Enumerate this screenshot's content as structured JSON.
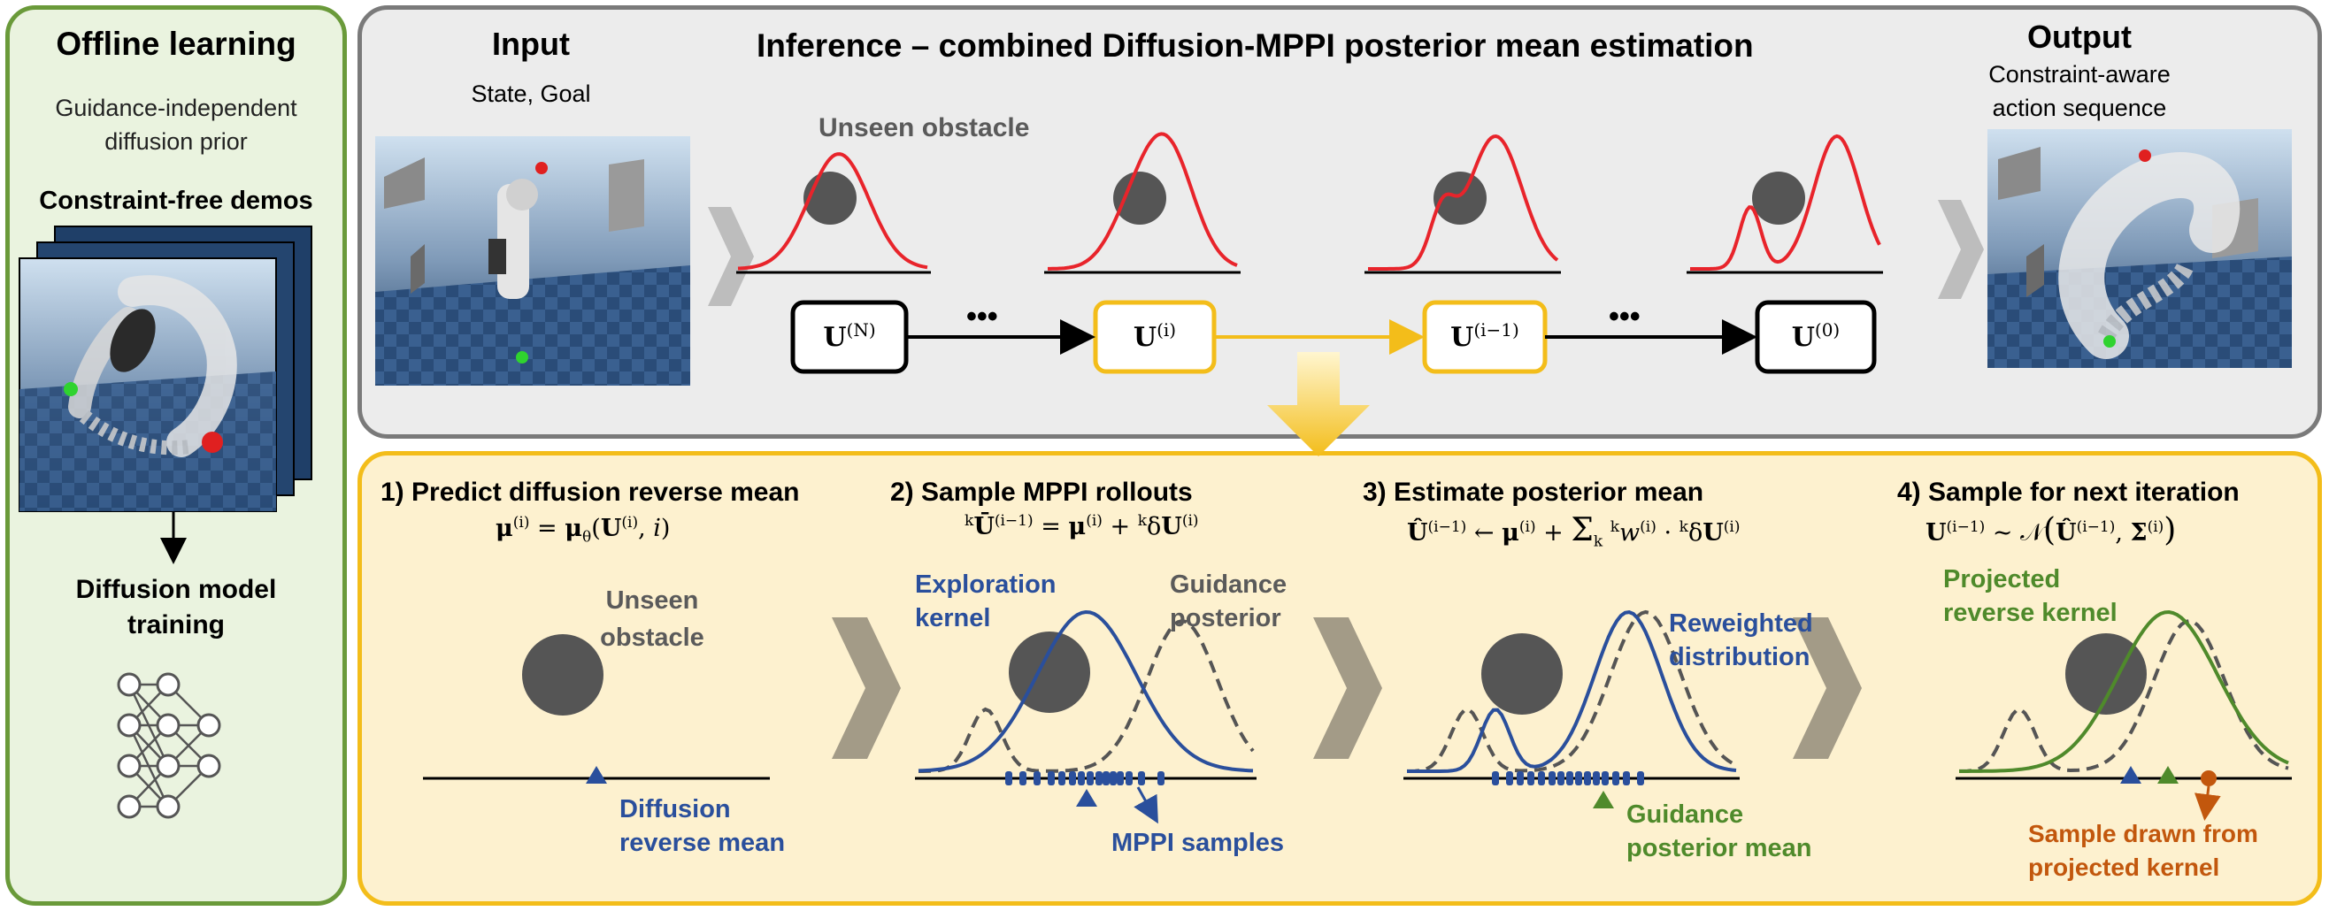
{
  "offline": {
    "title": "Offline learning",
    "subtitle_line1": "Guidance-independent",
    "subtitle_line2": "diffusion prior",
    "demos_label": "Constraint-free demos",
    "training_line1": "Diffusion model",
    "training_line2": "training"
  },
  "inference": {
    "input_title": "Input",
    "input_sub": "State, Goal",
    "title": "Inference – combined Diffusion-MPPI posterior mean estimation",
    "output_title": "Output",
    "output_sub_line1": "Constraint-aware",
    "output_sub_line2": "action sequence",
    "obstacle_label": "Unseen obstacle",
    "nodes": [
      "U^(N)",
      "U^(i)",
      "U^(i−1)",
      "U^(0)"
    ],
    "ellipsis": "•••"
  },
  "steps": [
    {
      "title": "1) Predict diffusion reverse mean",
      "equation": "μ^(i) = μ_θ(U^(i), i)",
      "obstacle_line1": "Unseen",
      "obstacle_line2": "obstacle",
      "mean_line1": "Diffusion",
      "mean_line2": "reverse mean"
    },
    {
      "title": "2) Sample MPPI rollouts",
      "equation": "ᵏŪ^(i−1) = μ^(i) + ᵏδU^(i)",
      "kernel_line1": "Exploration",
      "kernel_line2": "kernel",
      "posterior_line1": "Guidance",
      "posterior_line2": "posterior",
      "samples_label": "MPPI samples"
    },
    {
      "title": "3) Estimate posterior mean",
      "equation": "Û^(i−1) ← μ^(i) + Σ_k ᵏw^(i) · ᵏδU^(i)",
      "reweighted_line1": "Reweighted",
      "reweighted_line2": "distribution",
      "posterior_mean_line1": "Guidance",
      "posterior_mean_line2": "posterior mean"
    },
    {
      "title": "4) Sample for next iteration",
      "equation": "U^(i−1) ~ N(Û^(i−1), Σ^(i))",
      "kernel_line1": "Projected",
      "kernel_line2": "reverse kernel",
      "sample_line1": "Sample drawn from",
      "sample_line2": "projected kernel"
    }
  ],
  "colors": {
    "offline_border": "#6a9a3a",
    "inference_border": "#7a7a7a",
    "steps_border": "#f3bd1a",
    "curve_red": "#e8242b",
    "blue": "#2a4f9c",
    "green": "#4f8a2b",
    "orange": "#c2570d",
    "active_node": "#f3bd1a"
  }
}
